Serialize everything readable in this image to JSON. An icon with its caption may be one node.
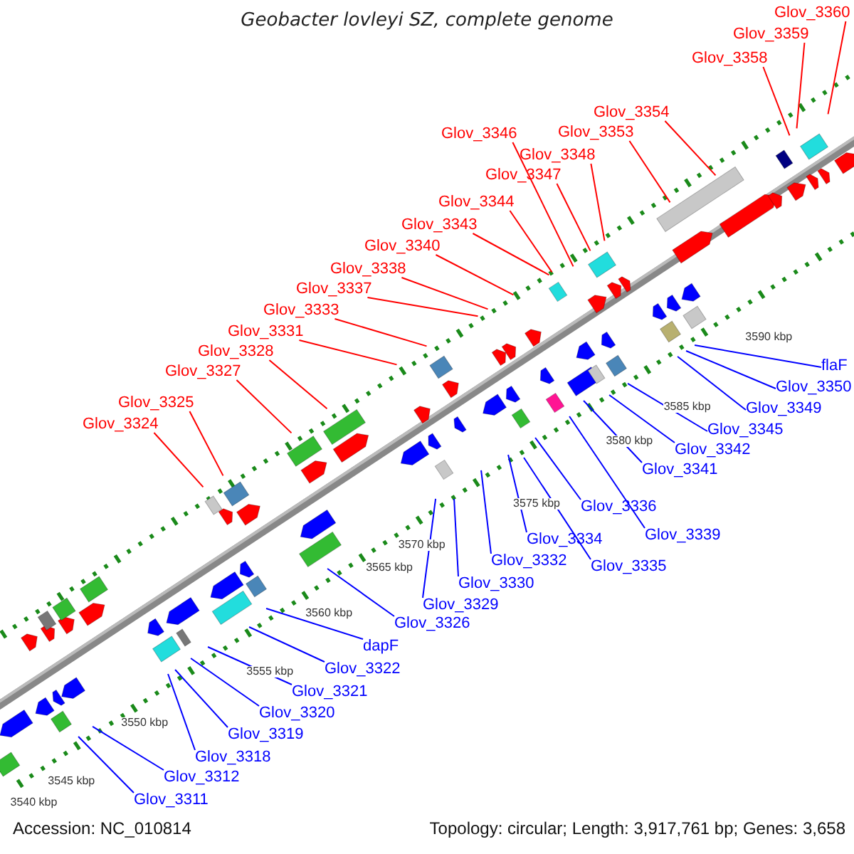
{
  "diagram": {
    "title": "Geobacter lovleyi SZ, complete genome",
    "nodes": [
      {
        "text": [
          "Glov_3360"
        ]
      },
      {
        "text": [
          "Glov_3359"
        ]
      },
      {
        "text": [
          "Glov_3358"
        ]
      },
      {
        "text": [
          "Glov_3354"
        ]
      },
      {
        "text": [
          "Glov_3353"
        ]
      },
      {
        "text": [
          "Glov_3346"
        ]
      },
      {
        "text": [
          "Glov_3348"
        ]
      },
      {
        "text": [
          "Glov_3347"
        ]
      },
      {
        "text": [
          "Glov_3344"
        ]
      },
      {
        "text": [
          "Glov_3343"
        ]
      },
      {
        "text": [
          "Glov_3340"
        ]
      },
      {
        "text": [
          "Glov_3338"
        ]
      },
      {
        "text": [
          "Glov_3337"
        ]
      },
      {
        "text": [
          "Glov_3333"
        ]
      },
      {
        "text": [
          "Glov_3331"
        ]
      },
      {
        "text": [
          "Glov_3328"
        ]
      },
      {
        "text": [
          "Glov_3327"
        ]
      },
      {
        "text": [
          "Glov_3325"
        ]
      },
      {
        "text": [
          "Glov_3324"
        ]
      },
      {
        "text": [
          "flaF"
        ]
      },
      {
        "text": [
          "Glov_3350"
        ]
      },
      {
        "text": [
          "Glov_3349"
        ]
      },
      {
        "text": [
          "Glov_3345"
        ]
      },
      {
        "text": [
          "Glov_3342"
        ]
      },
      {
        "text": [
          "Glov_3341"
        ]
      },
      {
        "text": [
          "Glov_3336"
        ]
      },
      {
        "text": [
          "Glov_3339"
        ]
      },
      {
        "text": [
          "Glov_3334"
        ]
      },
      {
        "text": [
          "Glov_3335"
        ]
      },
      {
        "text": [
          "Glov_3332"
        ]
      },
      {
        "text": [
          "Glov_3330"
        ]
      },
      {
        "text": [
          "Glov_3329"
        ]
      },
      {
        "text": [
          "Glov_3326"
        ]
      },
      {
        "text": [
          "dapF"
        ]
      },
      {
        "text": [
          "Glov_3322"
        ]
      },
      {
        "text": [
          "Glov_3321"
        ]
      },
      {
        "text": [
          "Glov_3320"
        ]
      },
      {
        "text": [
          "Glov_3319"
        ]
      },
      {
        "text": [
          "Glov_3318"
        ]
      },
      {
        "text": [
          "Glov_3312"
        ]
      },
      {
        "text": [
          "Glov_3311"
        ]
      }
    ],
    "edges": [
      {
        "from": 0,
        "to": null,
        "arrow": "none",
        "color": "#ff0000"
      },
      {
        "from": 1,
        "to": null,
        "arrow": "none",
        "color": "#ff0000"
      },
      {
        "from": 2,
        "to": null,
        "arrow": "none",
        "color": "#ff0000"
      },
      {
        "from": 3,
        "to": null,
        "arrow": "none",
        "color": "#ff0000"
      },
      {
        "from": 4,
        "to": null,
        "arrow": "none",
        "color": "#ff0000"
      },
      {
        "from": 5,
        "to": null,
        "arrow": "none",
        "color": "#ff0000"
      },
      {
        "from": 6,
        "to": null,
        "arrow": "none",
        "color": "#ff0000"
      },
      {
        "from": 7,
        "to": null,
        "arrow": "none",
        "color": "#ff0000"
      },
      {
        "from": 8,
        "to": null,
        "arrow": "none",
        "color": "#ff0000"
      },
      {
        "from": 9,
        "to": null,
        "arrow": "none",
        "color": "#ff0000"
      },
      {
        "from": 10,
        "to": null,
        "arrow": "none",
        "color": "#ff0000"
      },
      {
        "from": 11,
        "to": null,
        "arrow": "none",
        "color": "#ff0000"
      },
      {
        "from": 12,
        "to": null,
        "arrow": "none",
        "color": "#ff0000"
      },
      {
        "from": 13,
        "to": null,
        "arrow": "none",
        "color": "#ff0000"
      },
      {
        "from": 14,
        "to": null,
        "arrow": "none",
        "color": "#ff0000"
      },
      {
        "from": 15,
        "to": null,
        "arrow": "none",
        "color": "#ff0000"
      },
      {
        "from": 16,
        "to": null,
        "arrow": "none",
        "color": "#ff0000"
      },
      {
        "from": 17,
        "to": null,
        "arrow": "none",
        "color": "#ff0000"
      },
      {
        "from": 18,
        "to": null,
        "arrow": "none",
        "color": "#ff0000"
      },
      {
        "from": 19,
        "to": null,
        "arrow": "none"
      },
      {
        "from": 20,
        "to": null,
        "arrow": "none"
      },
      {
        "from": 21,
        "to": null,
        "arrow": "none"
      },
      {
        "from": 22,
        "to": null,
        "arrow": "none"
      },
      {
        "from": 23,
        "to": null,
        "arrow": "none"
      },
      {
        "from": 24,
        "to": null,
        "arrow": "none"
      },
      {
        "from": 25,
        "to": null,
        "arrow": "none"
      },
      {
        "from": 26,
        "to": null,
        "arrow": "none"
      },
      {
        "from": 27,
        "to": null,
        "arrow": "none"
      },
      {
        "from": 28,
        "to": null,
        "arrow": "none"
      },
      {
        "from": 29,
        "to": null,
        "arrow": "none"
      },
      {
        "from": 30,
        "to": null,
        "arrow": "none"
      },
      {
        "from": 31,
        "to": null,
        "arrow": "none"
      },
      {
        "from": 32,
        "to": null,
        "arrow": "none"
      },
      {
        "from": 33,
        "to": null,
        "arrow": "none"
      },
      {
        "from": 34,
        "to": null,
        "arrow": "none"
      },
      {
        "from": 35,
        "to": null,
        "arrow": "none"
      },
      {
        "from": 36,
        "to": null,
        "arrow": "none"
      },
      {
        "from": 37,
        "to": null,
        "arrow": "none"
      },
      {
        "from": 38,
        "to": null,
        "arrow": "none"
      },
      {
        "from": 39,
        "to": null,
        "arrow": "none"
      },
      {
        "from": 40,
        "to": null,
        "arrow": "none"
      }
    ],
    "labels": [
      "3590 kbp",
      "3585 kbp",
      "3580 kbp",
      "3575 kbp",
      "3570 kbp",
      "3565 kbp",
      "3560 kbp",
      "3555 kbp",
      "3550 kbp",
      "3545 kbp",
      "3540 kbp",
      "Accession: NC_010814",
      "Topology: circular; Length: 3,917,761 bp; Genes: 3,658"
    ]
  }
}
